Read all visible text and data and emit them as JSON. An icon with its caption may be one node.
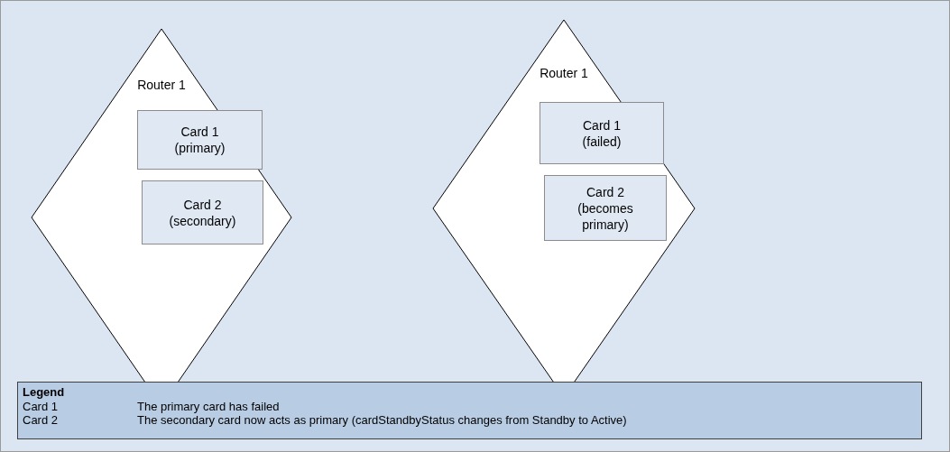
{
  "diagram": {
    "nodes": [
      {
        "text": [
          "Router 1"
        ]
      },
      {
        "text": [
          "Card 1 (primary)"
        ],
        "in": 0
      },
      {
        "text": [
          "Card 2 (secondary)"
        ],
        "in": 0
      },
      {
        "text": [
          "Router 1"
        ]
      },
      {
        "text": [
          "Card 1 (failed)"
        ],
        "in": 3
      },
      {
        "text": [
          "Card 2 (becomes primary)"
        ],
        "in": 3
      }
    ],
    "edges": [],
    "labels": [
      "Legend",
      "Card 1",
      "The primary card has failed",
      "Card 2",
      "The secondary card now acts as primary (cardStandbyStatus changes from Standby to Active)"
    ]
  }
}
